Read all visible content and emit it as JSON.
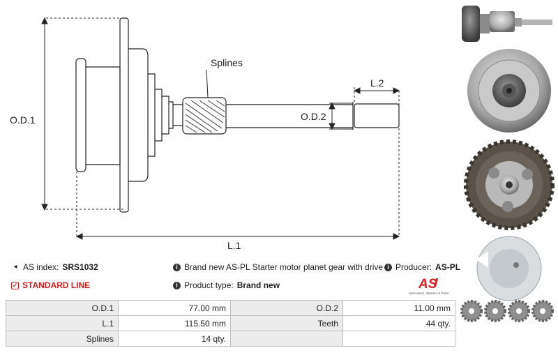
{
  "diagram": {
    "label_od1": "O.D.1",
    "label_od2": "O.D.2",
    "label_l1": "L.1",
    "label_l2": "L.2",
    "label_splines": "Splines"
  },
  "info": {
    "as_index_label": "AS index:",
    "as_index_value": "SRS1032",
    "standard_line": "STANDARD LINE",
    "description": "Brand new AS-PL Starter motor planet gear with drive",
    "product_type_label": "Product type:",
    "product_type_value": "Brand new",
    "producer_label": "Producer:",
    "producer_value": "AS-PL"
  },
  "logo": {
    "text": "AS",
    "tagline": "Alternators, Starters & Parts",
    "color": "#d62020"
  },
  "specs": [
    [
      {
        "label": "O.D.1",
        "value": "77.00 mm"
      },
      {
        "label": "O.D.2",
        "value": "11.00 mm"
      }
    ],
    [
      {
        "label": "L.1",
        "value": "115.50 mm"
      },
      {
        "label": "Teeth",
        "value": "44 qty."
      }
    ],
    [
      {
        "label": "Splines",
        "value": "14 qty."
      },
      {
        "label": "",
        "value": ""
      }
    ]
  ]
}
